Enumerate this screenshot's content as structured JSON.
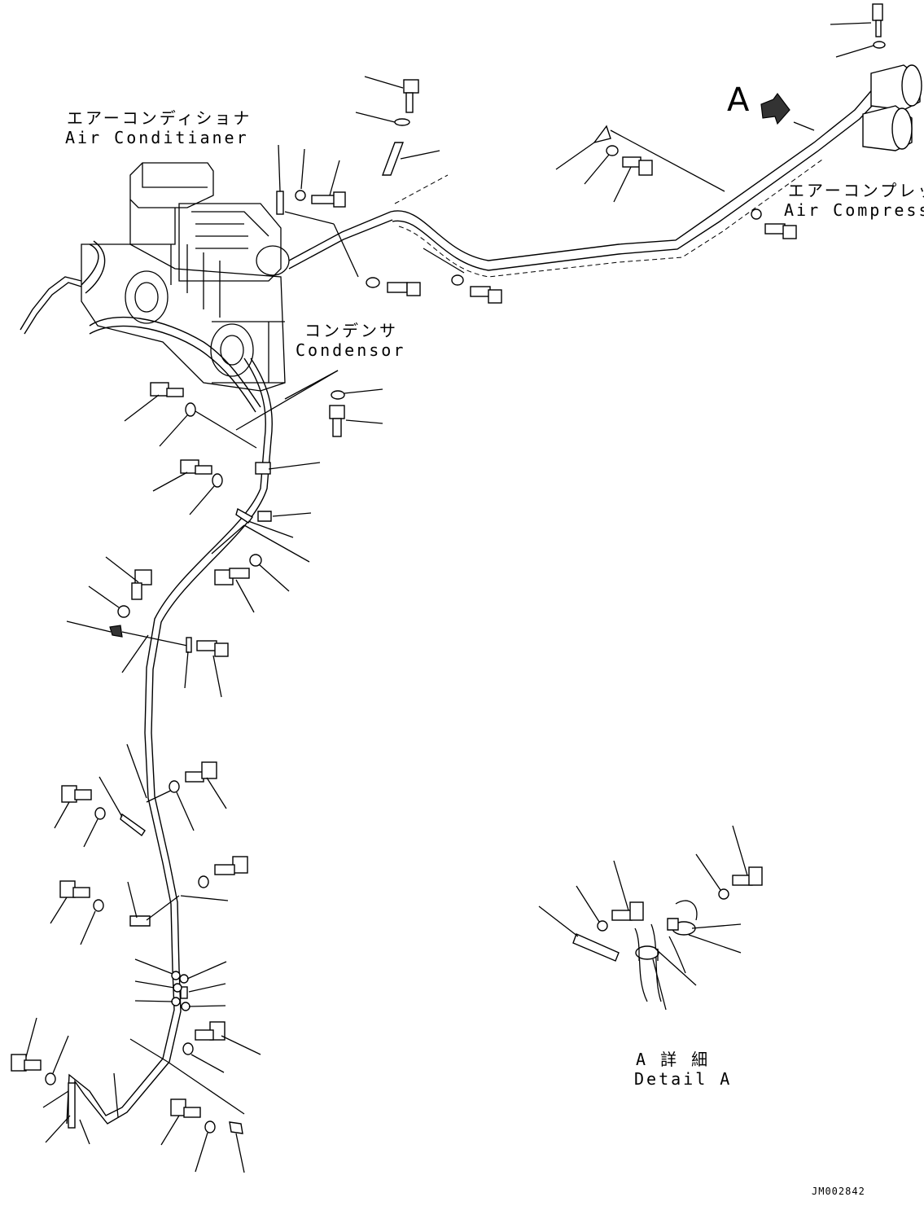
{
  "labels": {
    "air_conditioner_jp": "エアーコンディショナ",
    "air_conditioner_en": "Air Conditianer",
    "air_compressor_jp": "エアーコンプレッサ",
    "air_compressor_en": "Air Compressor",
    "condensor_jp": "コンデンサ",
    "condensor_en": "Condensor",
    "view_marker": "A",
    "detail_jp": "A 詳 細",
    "detail_en": "Detail A",
    "drawing_code": "JM002842"
  }
}
